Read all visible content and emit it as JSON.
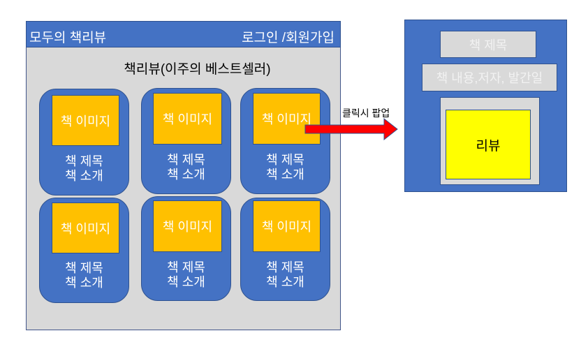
{
  "main": {
    "brand": "모두의 책리뷰",
    "login_signup": "로그인 /회원가입",
    "subtitle": "책리뷰(이주의 베스트셀러)",
    "cards": [
      {
        "image": "책 이미지",
        "title": "책 제목",
        "intro": "책 소개"
      },
      {
        "image": "책 이미지",
        "title": "책 제목",
        "intro": "책 소개"
      },
      {
        "image": "책 이미지",
        "title": "책 제목",
        "intro": "책 소개"
      },
      {
        "image": "책 이미지",
        "title": "책 제목",
        "intro": "책 소개"
      },
      {
        "image": "책 이미지",
        "title": "책 제목",
        "intro": "책 소개"
      },
      {
        "image": "책 이미지",
        "title": "책 제목",
        "intro": "책 소개"
      }
    ]
  },
  "arrow": {
    "label": "클릭시 팝업",
    "color": "#ff0000"
  },
  "popup": {
    "title": "책 제목",
    "details": "책 내용,저자, 발간일",
    "review": "리뷰"
  },
  "colors": {
    "blue": "#4472c4",
    "gray": "#d9d9d9",
    "orange": "#ffc000",
    "yellow": "#ffff00"
  }
}
